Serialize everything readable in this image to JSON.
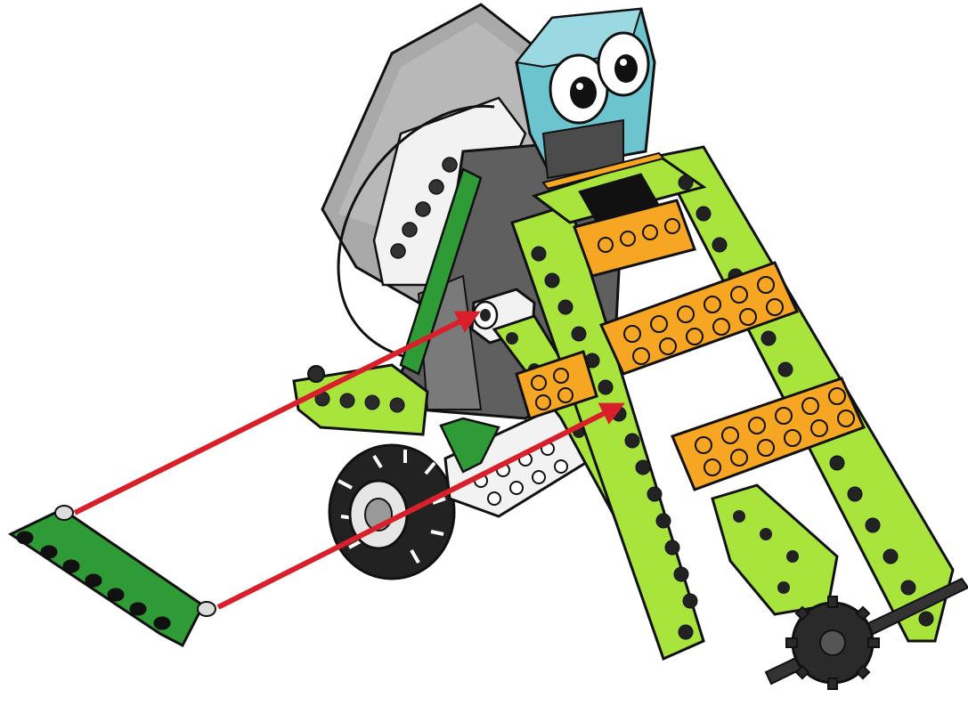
{
  "diagram": {
    "kind": "lego-building-instruction-step",
    "model": "robot",
    "action_arrows": 2,
    "colors": {
      "background": "#ffffff",
      "lime_beam": "#a8e43c",
      "dark_green": "#2e9b36",
      "orange_plate": "#f6a623",
      "gray_hub": "#a9a9a9",
      "teal_eyes": "#6cc4cf",
      "white_parts": "#f2f2f2",
      "black_tire": "#222222",
      "arrow_red": "#d9202a",
      "outline": "#111111"
    },
    "parts": [
      "smarthub",
      "eye-brick",
      "lime-frame",
      "orange-plates",
      "white-motor",
      "wheel-with-tire",
      "gear",
      "axle",
      "green-beam"
    ]
  }
}
